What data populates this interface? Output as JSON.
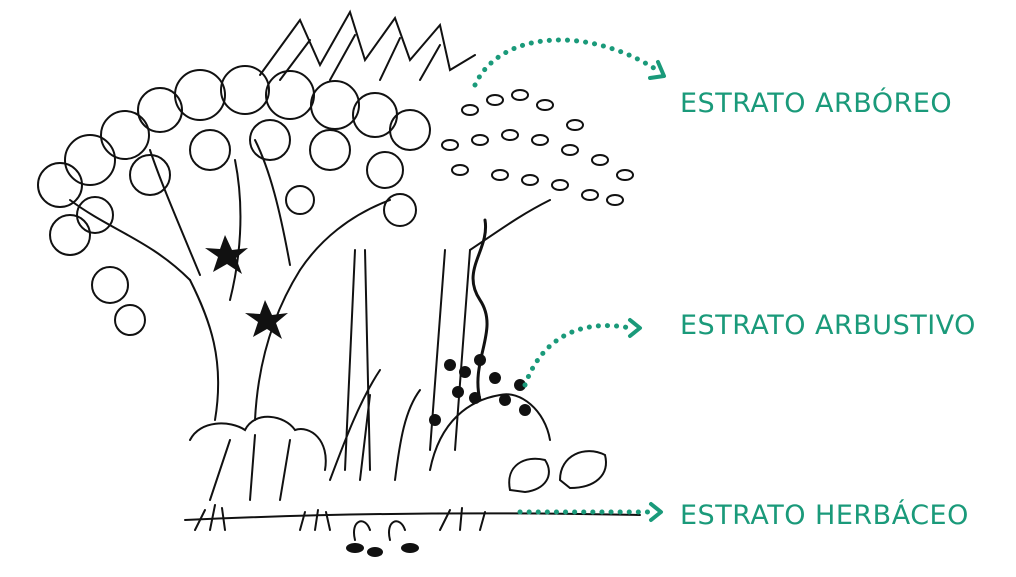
{
  "labels": {
    "arboreo": "ESTRATO ARBÓREO",
    "arbustivo": "ESTRATO ARBUSTIVO",
    "herbaceo": "ESTRATO HERBÁCEO"
  },
  "colors": {
    "accent": "#1a9a7a",
    "ink": "#111111"
  }
}
